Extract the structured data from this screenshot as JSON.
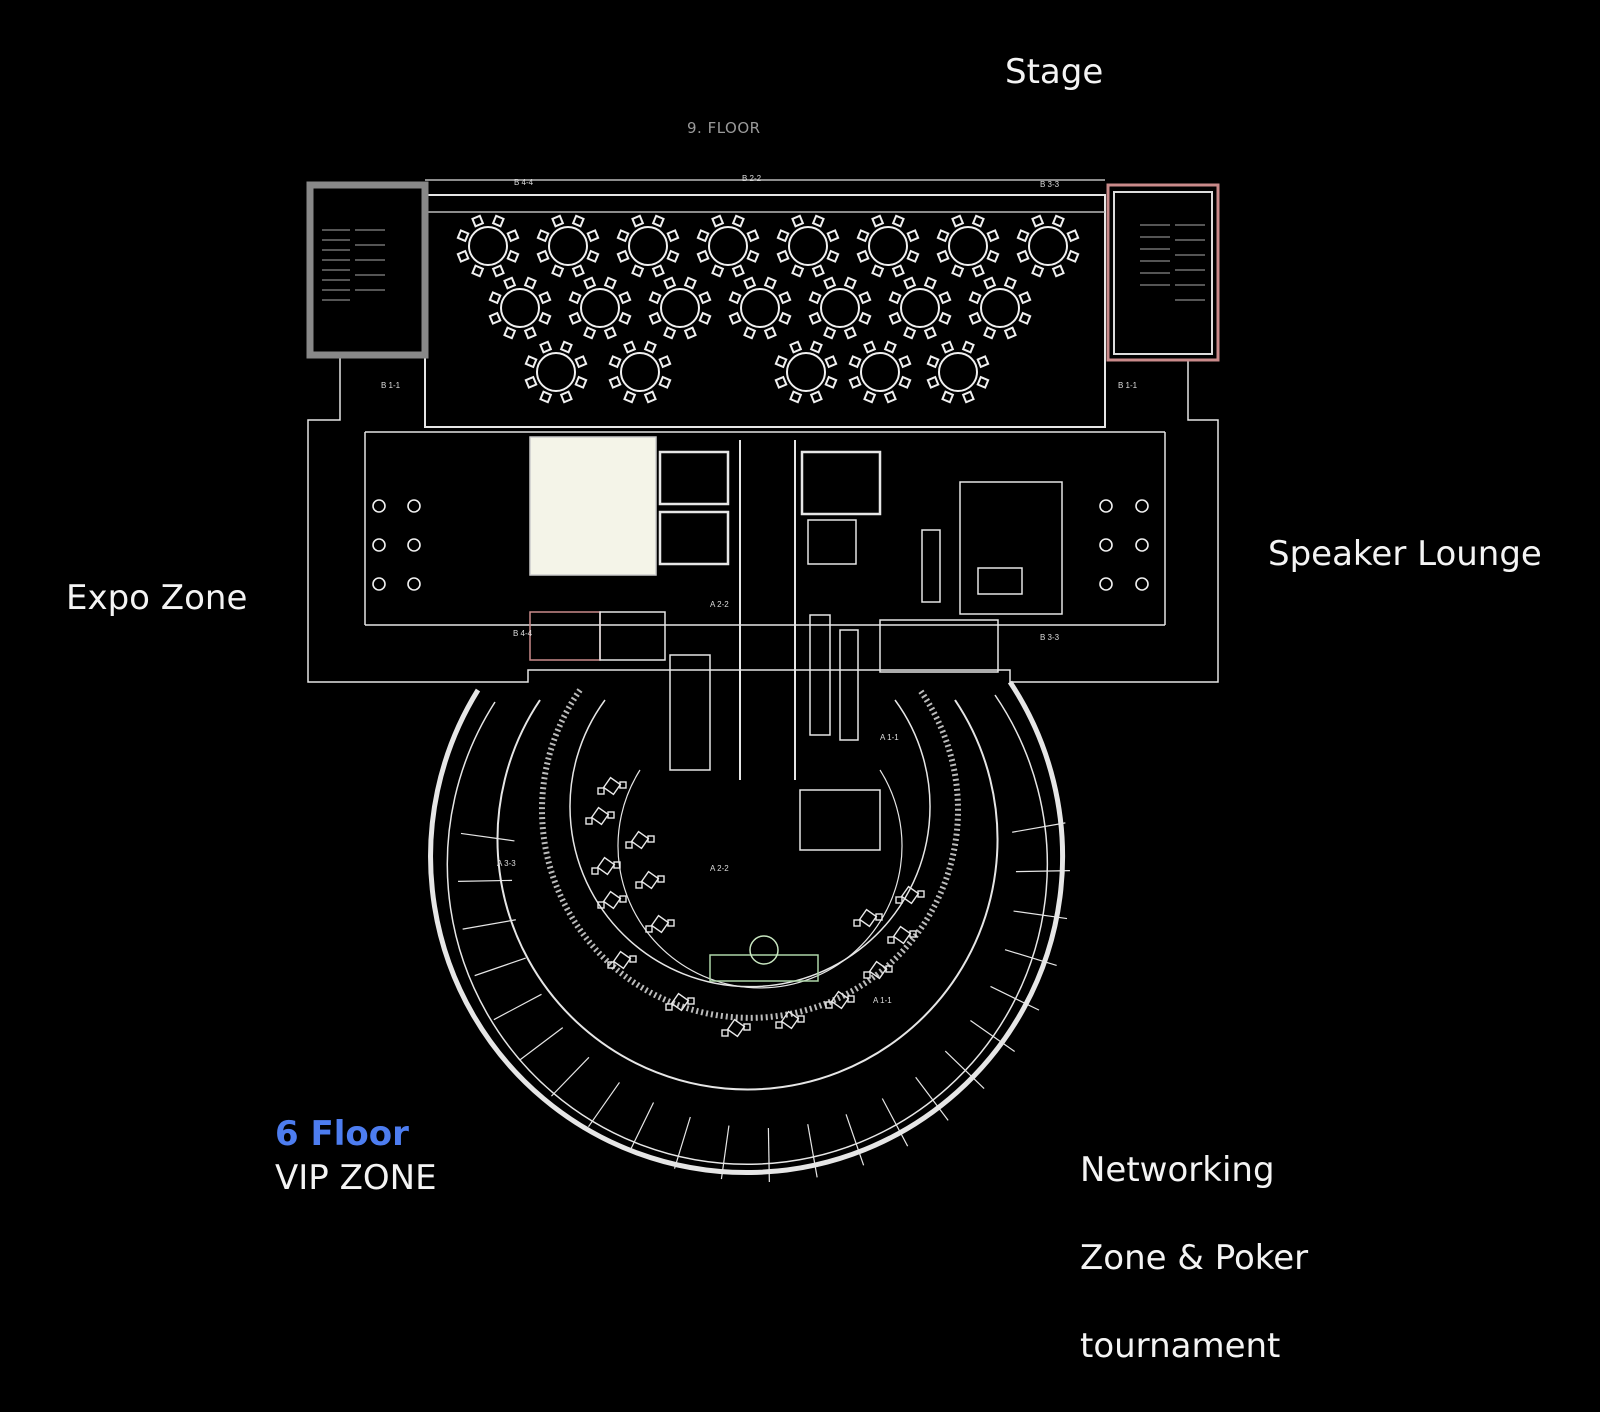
{
  "labels": {
    "stage": "Stage",
    "floor_9": "9. FLOOR",
    "speaker_lounge": "Speaker Lounge",
    "expo_zone": "Expo Zone",
    "floor_6": "6 Floor",
    "vip_zone": "VIP ZONE",
    "networking_line1": "Networking",
    "networking_line2": "Zone & Poker",
    "networking_line3": "tournament"
  },
  "markers": {
    "b44": "B 4-4",
    "b22": "B 2-2",
    "b33_top": "B 3-3",
    "b11_left": "B 1-1",
    "b11_right": "B 1-1",
    "a22_top": "A 2-2",
    "b44_low": "B 4-4",
    "b33_low": "B 3-3",
    "a11_mid": "A 1-1",
    "a33": "A 3-3",
    "a22_center": "A 2-2",
    "a11_low": "A 1-1"
  },
  "colors": {
    "background": "#000000",
    "line": "#e6e6e6",
    "accent_blue": "#4d7df0",
    "stair_red": "#c98a8a"
  }
}
